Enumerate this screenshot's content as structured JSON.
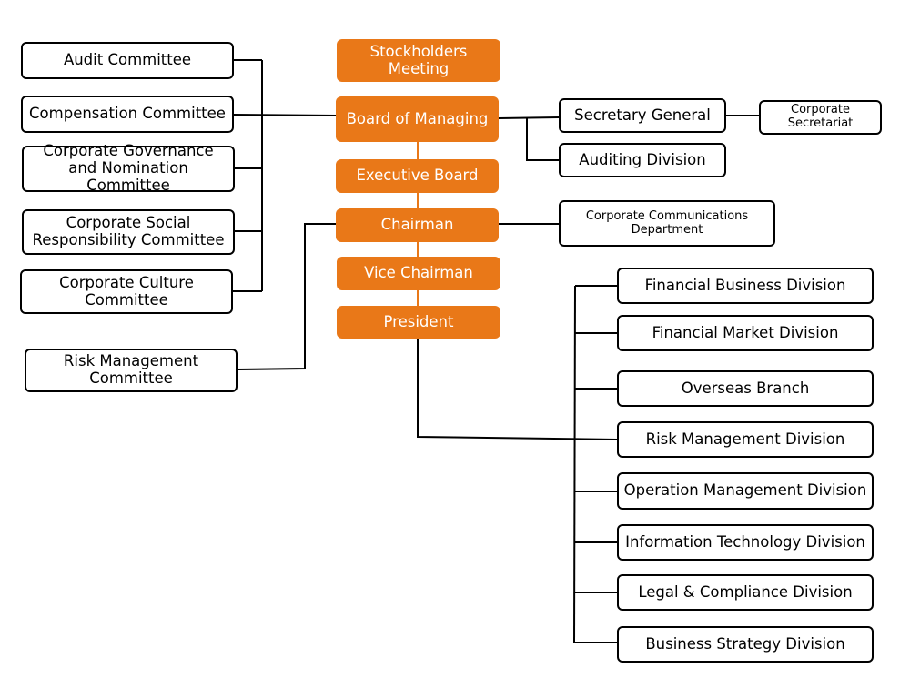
{
  "colors": {
    "core_fill": "#e97818",
    "core_text": "#ffffff",
    "box_border": "#000000",
    "line": "#000000",
    "core_line": "#e97818"
  },
  "core": {
    "stockholders": "Stockholders Meeting",
    "board": "Board of Managing",
    "executive_board": "Executive Board",
    "chairman": "Chairman",
    "vice_chairman": "Vice Chairman",
    "president": "President"
  },
  "committees": {
    "audit": "Audit Committee",
    "compensation": "Compensation Committee",
    "governance": "Corporate Governance and Nomination Committee",
    "csr": "Corporate Social Responsibility Committee",
    "culture": "Corporate Culture Committee",
    "risk": "Risk Management Committee"
  },
  "board_units": {
    "secretary_general": "Secretary General",
    "corporate_secretariat": "Corporate Secretariat",
    "auditing_division": "Auditing Division"
  },
  "chairman_units": {
    "communications": "Corporate Communications Department"
  },
  "divisions": [
    "Financial Business Division",
    "Financial Market Division",
    "Overseas Branch",
    "Risk Management Division",
    "Operation Management Division",
    "Information Technology Division",
    "Legal & Compliance Division",
    "Business Strategy Division"
  ]
}
